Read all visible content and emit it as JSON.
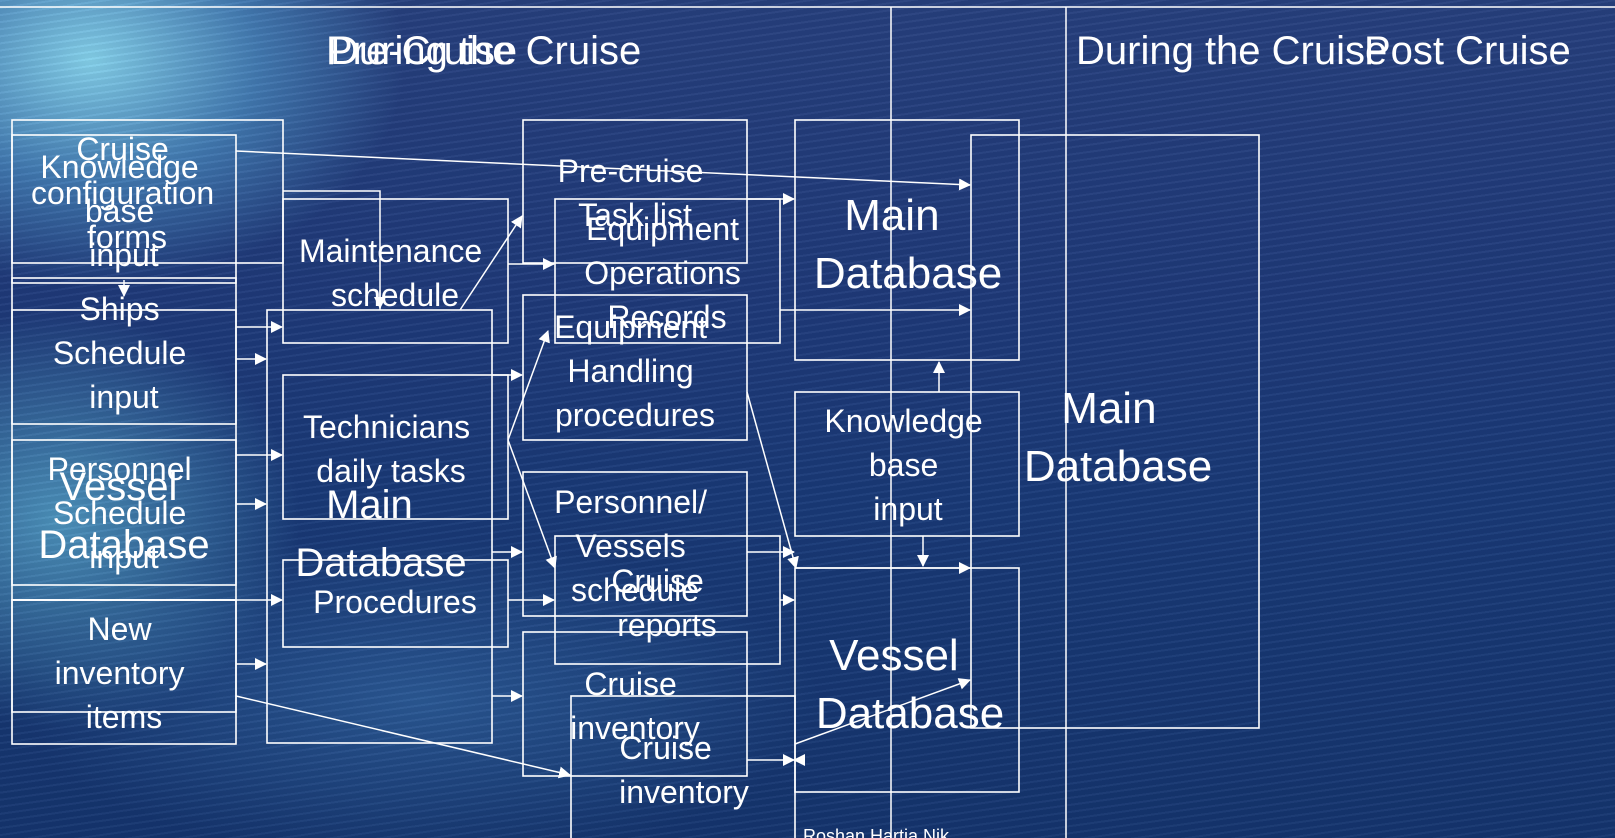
{
  "headers": {
    "pre_cruise": "Pre-Cruise",
    "during_cruise_left": "During the Cruise",
    "during_cruise_right": "During the Cruise",
    "post_cruise": "Post Cruise"
  },
  "boxes": {
    "knowledge_base_input_left": [
      "Knowledge",
      "base",
      "input"
    ],
    "cruise_config_forms": [
      "Cruise",
      "configuration",
      "forms"
    ],
    "ships_schedule_input": [
      "Ships",
      "Schedule",
      "input"
    ],
    "personnel_schedule_input": [
      "Personnel",
      "Schedule",
      "input"
    ],
    "vessel_database_left": [
      "Vessel",
      "Database"
    ],
    "new_inventory_items": [
      "New",
      "inventory",
      "items"
    ],
    "maintenance_schedule": [
      "Maintenance",
      "schedule"
    ],
    "technicians_daily_tasks": [
      "Technicians",
      "daily tasks"
    ],
    "main_database_center": [
      "Main",
      "Database"
    ],
    "procedures": [
      "Procedures"
    ],
    "precruise_task_list": [
      "Pre-cruise",
      "Task list"
    ],
    "equipment_operations_records": [
      "Equipment",
      "Operations",
      "Records"
    ],
    "equipment_handling_procedures": [
      "Equipment",
      "Handling",
      "procedures"
    ],
    "personnel_vessels_schedule": [
      "Personnel/",
      "Vessels",
      "schedule"
    ],
    "cruise_reports": [
      "Cruise",
      "reports"
    ],
    "cruise_inventory_a": [
      "Cruise",
      "inventory"
    ],
    "cruise_inventory_b": [
      "Cruise",
      "inventory"
    ],
    "main_database_right": [
      "Main",
      "Database"
    ],
    "knowledge_base_input_right": [
      "Knowledge",
      "base",
      "input"
    ],
    "vessel_database_right": [
      "Vessel",
      "Database"
    ],
    "main_database_post": [
      "Main",
      "Database"
    ]
  },
  "footer_fragment": "Roshan  Hartia  Nik"
}
